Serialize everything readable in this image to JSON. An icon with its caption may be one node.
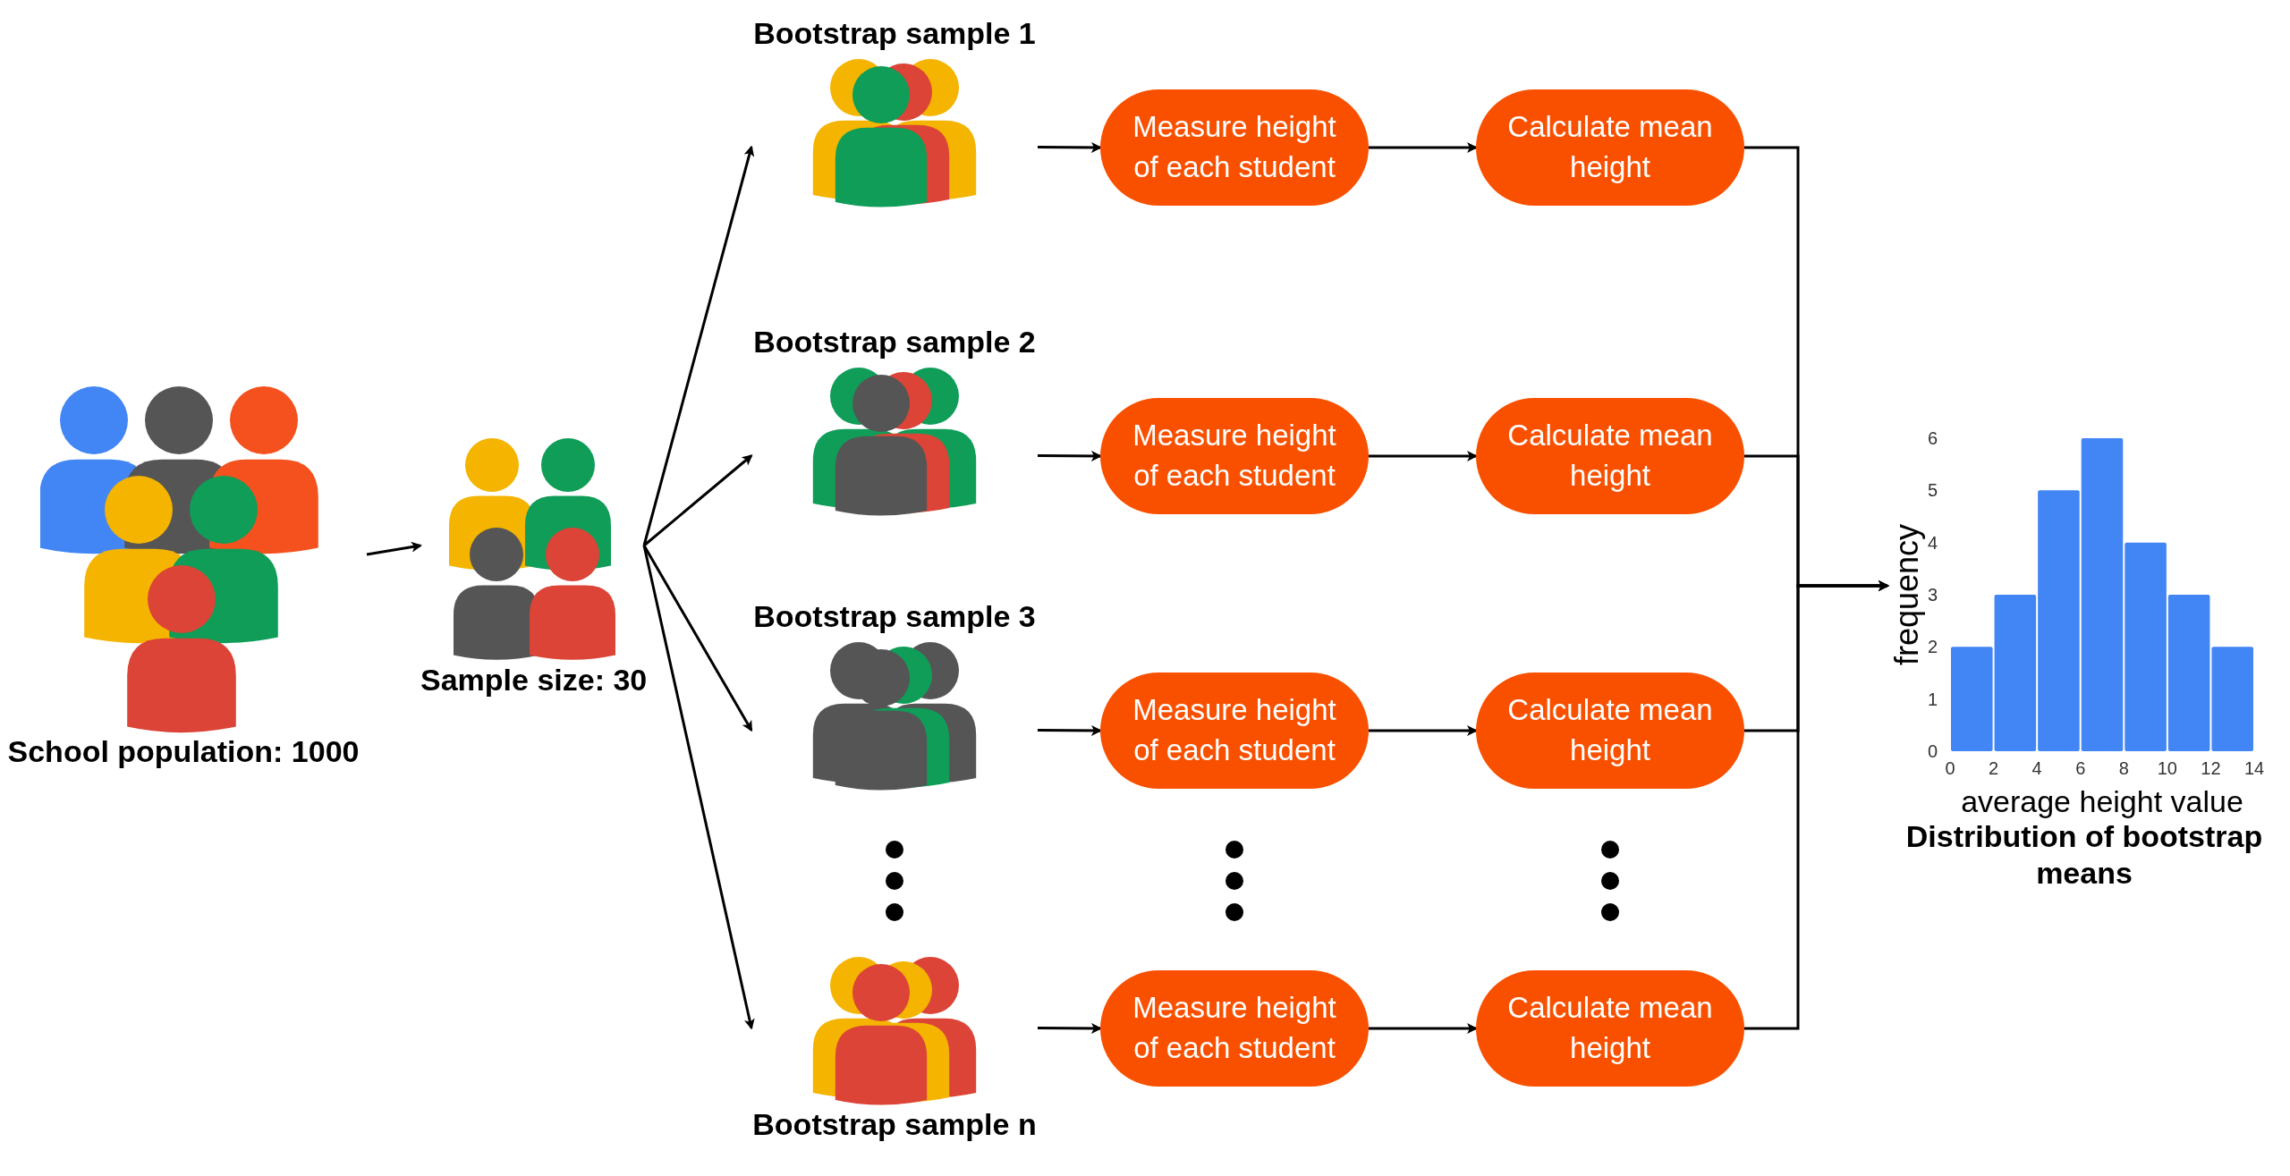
{
  "diagram": {
    "nodes": [
      {
        "text": [],
        "shape": "picture",
        "beside": [
          "School population: 1000"
        ]
      },
      {
        "text": [],
        "shape": "picture",
        "beside": [
          "Sample size: 30"
        ]
      },
      {
        "text": [],
        "shape": "picture",
        "beside": [
          "Bootstrap sample 1"
        ]
      },
      {
        "text": [
          "Measure height of each student"
        ]
      },
      {
        "text": [
          "Calculate mean height"
        ]
      },
      {
        "text": [],
        "shape": "picture",
        "beside": [
          "Bootstrap sample 2"
        ]
      },
      {
        "text": [
          "Measure height of each student"
        ]
      },
      {
        "text": [
          "Calculate mean height"
        ]
      },
      {
        "text": [],
        "shape": "picture",
        "beside": [
          "Bootstrap sample 3"
        ]
      },
      {
        "text": [
          "Measure height of each student"
        ]
      },
      {
        "text": [
          "Calculate mean height"
        ]
      },
      {
        "text": [],
        "shape": "picture",
        "beside": [
          "Bootstrap sample n"
        ]
      },
      {
        "text": [
          "Measure height of each student"
        ]
      },
      {
        "text": [
          "Calculate mean height"
        ]
      },
      {
        "text": [],
        "shape": "picture",
        "beside": [
          "Distribution of bootstrap means"
        ]
      }
    ],
    "edges": [
      {
        "from": 0,
        "to": 1,
        "arrow": "to"
      },
      {
        "from": 1,
        "to": 2,
        "arrow": "to"
      },
      {
        "from": 1,
        "to": 5,
        "arrow": "to"
      },
      {
        "from": 1,
        "to": 8,
        "arrow": "to"
      },
      {
        "from": 1,
        "to": 11,
        "arrow": "to"
      },
      {
        "from": 2,
        "to": 3,
        "arrow": "to"
      },
      {
        "from": 3,
        "to": 4,
        "arrow": "to"
      },
      {
        "from": 5,
        "to": 6,
        "arrow": "to"
      },
      {
        "from": 6,
        "to": 7,
        "arrow": "to"
      },
      {
        "from": 8,
        "to": 9,
        "arrow": "to"
      },
      {
        "from": 9,
        "to": 10,
        "arrow": "to"
      },
      {
        "from": 11,
        "to": 12,
        "arrow": "to"
      },
      {
        "from": 12,
        "to": 13,
        "arrow": "to"
      },
      {
        "from": 4,
        "to": 14,
        "arrow": "to"
      },
      {
        "from": 7,
        "to": 14,
        "arrow": "to"
      },
      {
        "from": 10,
        "to": 14,
        "arrow": "to"
      },
      {
        "from": 13,
        "to": 14,
        "arrow": "to"
      }
    ],
    "chart_data": {
      "type": "bar",
      "xlabel": "average height value",
      "ylabel": "frequency",
      "x": [
        1,
        3,
        5,
        7,
        9,
        11,
        13
      ],
      "series": [
        {
          "color": "#4285f4",
          "values": [
            2,
            3,
            5,
            6,
            4,
            3,
            2
          ]
        }
      ],
      "xlim": [
        0,
        14
      ],
      "ylim": [
        0,
        6
      ],
      "xticks": [
        0,
        2,
        4,
        6,
        8,
        10,
        12,
        14
      ],
      "yticks": [
        0,
        1,
        2,
        3,
        4,
        5,
        6
      ]
    }
  }
}
